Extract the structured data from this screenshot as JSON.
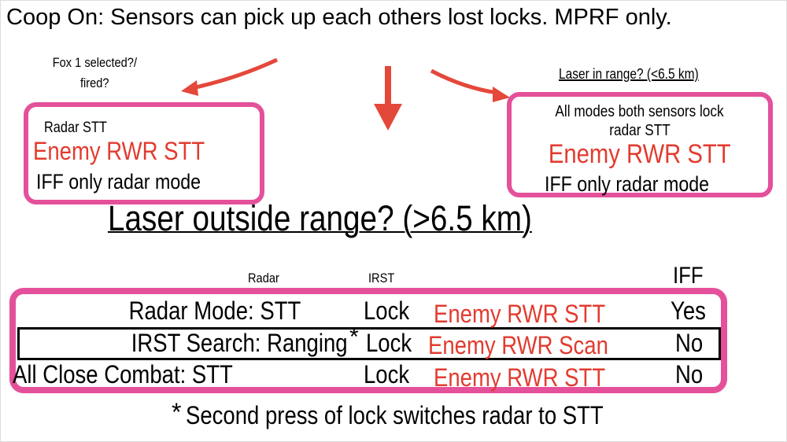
{
  "title": "Coop On: Sensors can pick up each others lost locks. MPRF only.",
  "left_branch": {
    "question_line1": "Fox 1 selected?/",
    "question_line2": "fired?",
    "box": {
      "line1": "Radar STT",
      "line2": "Enemy RWR STT",
      "line3": "IFF only radar mode"
    }
  },
  "right_branch": {
    "question": "Laser in range? (<6.5 km)",
    "box": {
      "line1": "All modes both sensors lock",
      "line2": "radar STT",
      "line3": "Enemy RWR STT",
      "line4": "IFF only radar mode"
    }
  },
  "middle_question": "Laser outside range? (>6.5 km)",
  "table": {
    "headers": {
      "radar": "Radar",
      "irst": "IRST",
      "iff": "IFF"
    },
    "rows": [
      {
        "mode": "Radar Mode: STT",
        "irst": "Lock",
        "rwr": "Enemy RWR STT",
        "iff": "Yes"
      },
      {
        "mode": "IRST Search: Ranging",
        "asterisk": "*",
        "irst": "Lock",
        "rwr": "Enemy RWR Scan",
        "iff": "No"
      },
      {
        "mode": "All Close Combat: STT",
        "irst": "Lock",
        "rwr": "Enemy RWR STT",
        "iff": "No"
      }
    ]
  },
  "footnote": {
    "asterisk": "*",
    "text": "Second press of lock switches radar to STT"
  },
  "colors": {
    "accent_pink": "#e4509a",
    "red": "#e23b2f"
  }
}
